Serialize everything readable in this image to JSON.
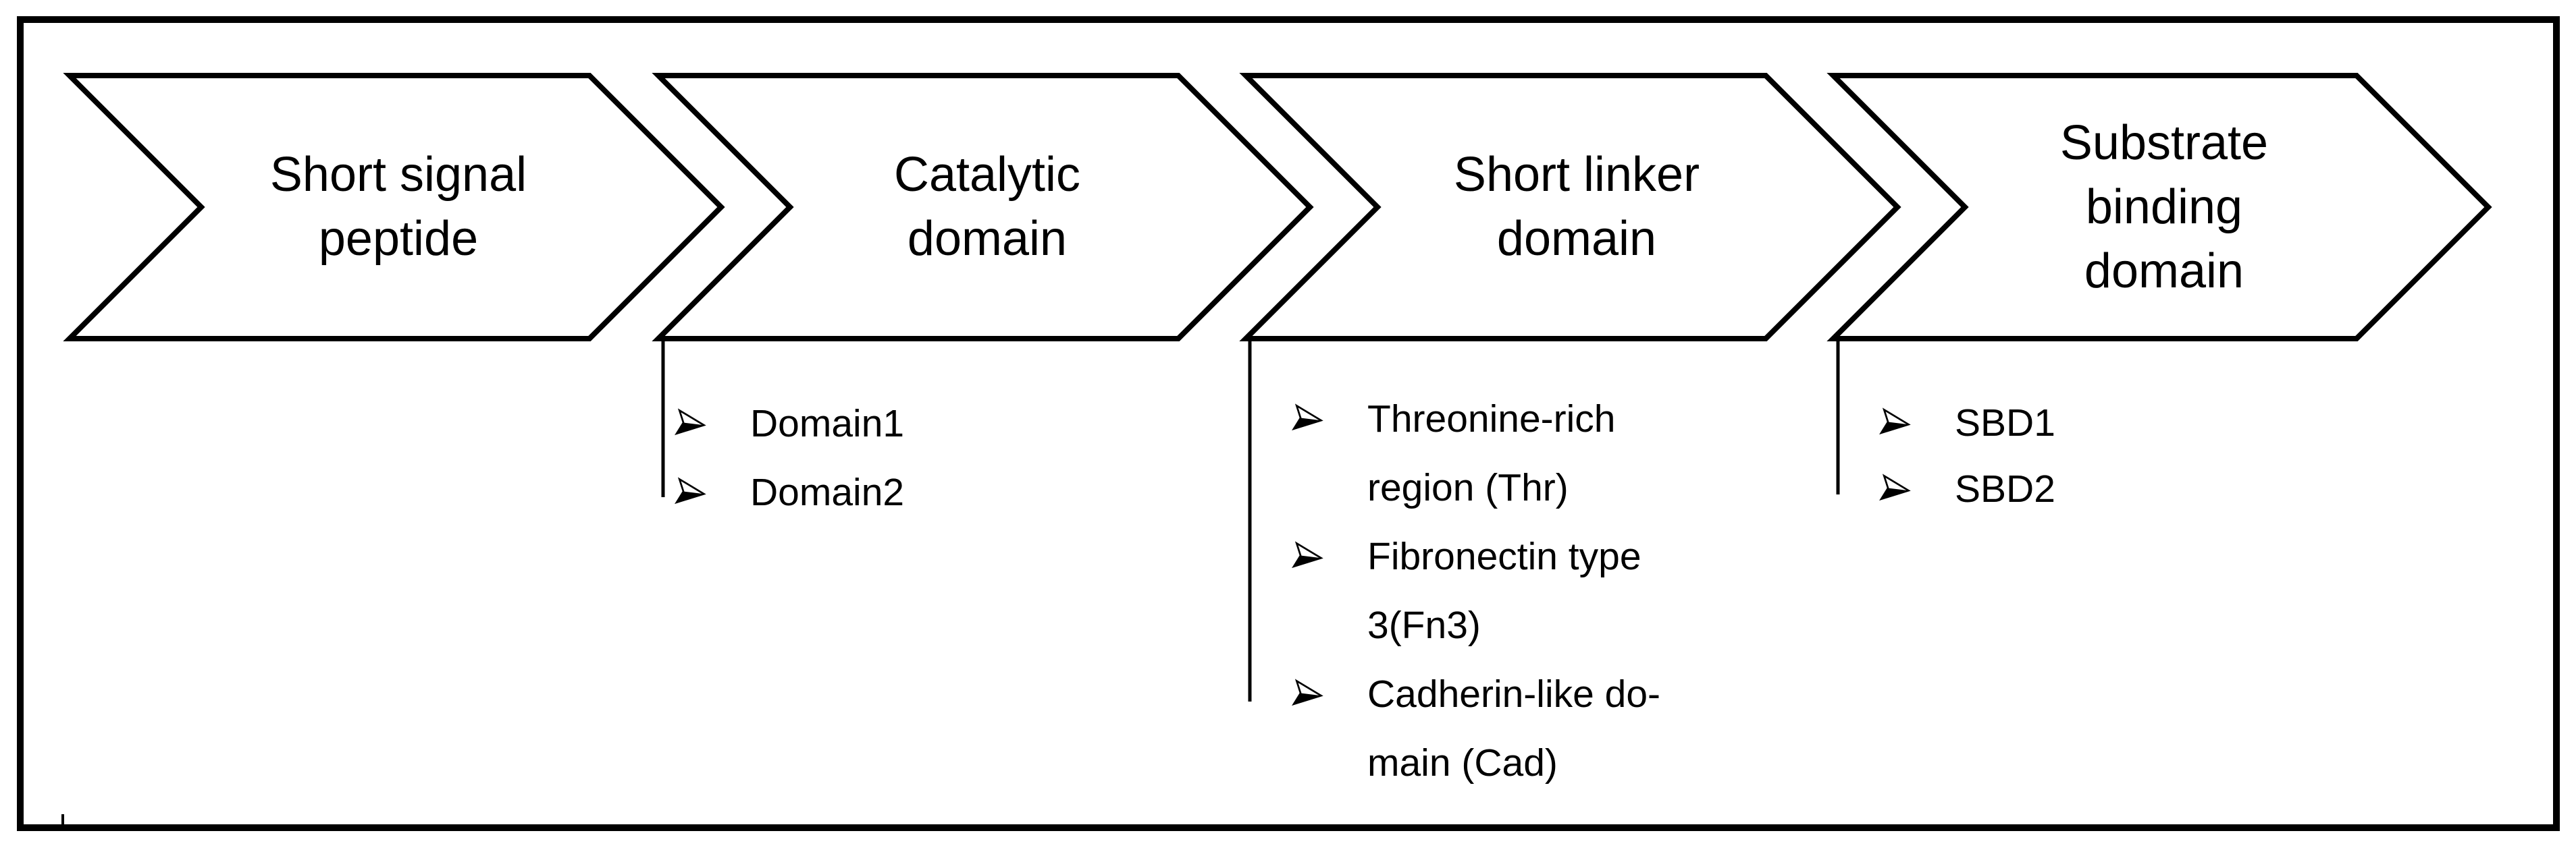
{
  "diagram": {
    "background_color": "#ffffff",
    "line_color": "#000000",
    "bullet_icon": "arrowhead-right-bullet",
    "chevrons": [
      {
        "label": "Short signal peptide",
        "lines": [
          "Short signal",
          "peptide"
        ],
        "items": []
      },
      {
        "label": "Catalytic domain",
        "lines": [
          "Catalytic",
          "domain"
        ],
        "items": [
          {
            "text": "Domain1",
            "lines": [
              "Domain1"
            ]
          },
          {
            "text": "Domain2",
            "lines": [
              "Domain2"
            ]
          }
        ]
      },
      {
        "label": "Short linker domain",
        "lines": [
          "Short linker",
          "domain"
        ],
        "items": [
          {
            "text": "Threonine-rich region (Thr)",
            "lines": [
              "Threonine-rich",
              "region (Thr)"
            ]
          },
          {
            "text": "Fibronectin type 3(Fn3)",
            "lines": [
              "Fibronectin type",
              "3(Fn3)"
            ]
          },
          {
            "text": "Cadherin-like domain (Cad)",
            "lines": [
              "Cadherin-like do-",
              "main (Cad)"
            ]
          }
        ]
      },
      {
        "label": "Substrate binding domain",
        "lines": [
          "Substrate",
          "binding",
          "domain"
        ],
        "items": [
          {
            "text": "SBD1",
            "lines": [
              "SBD1"
            ]
          },
          {
            "text": "SBD2",
            "lines": [
              "SBD2"
            ]
          }
        ]
      }
    ]
  }
}
